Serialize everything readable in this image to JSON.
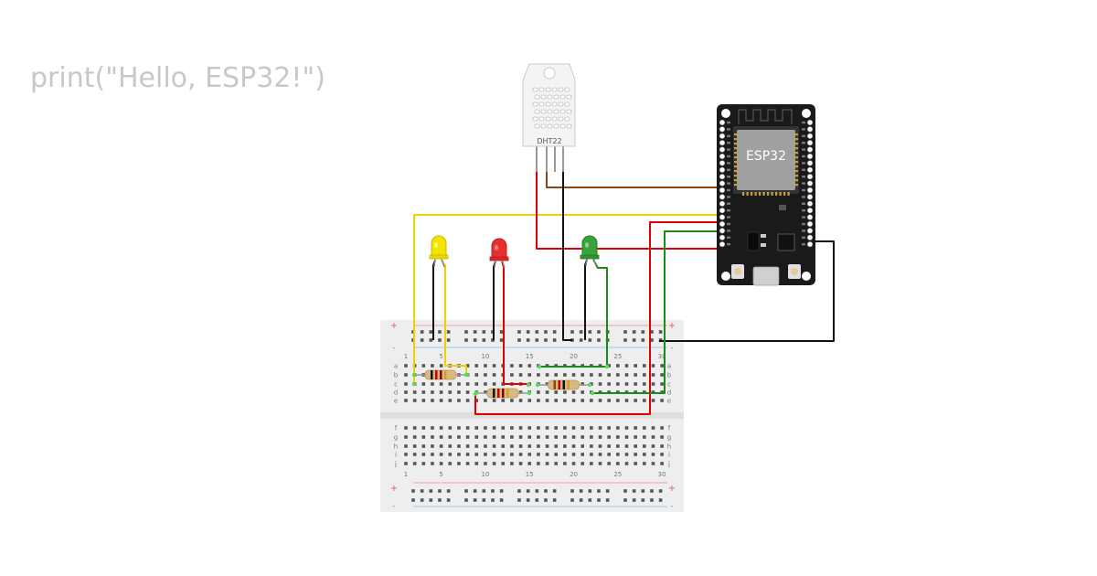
{
  "code_line": "print(\"Hello, ESP32!\")",
  "sensor": {
    "label": "DHT22",
    "color": "#f2f2f2"
  },
  "mcu": {
    "label": "ESP32",
    "board_color": "#1a1a1a",
    "chip_color": "#a0a0a0"
  },
  "leds": [
    {
      "name": "yellow",
      "color": "#f4e400"
    },
    {
      "name": "red",
      "color": "#e63030"
    },
    {
      "name": "green",
      "color": "#3aa23a"
    }
  ],
  "breadboard": {
    "row_labels_top": [
      "a",
      "b",
      "c",
      "d",
      "e"
    ],
    "row_labels_bottom": [
      "f",
      "g",
      "h",
      "i",
      "j"
    ],
    "column_labels": [
      "1",
      "5",
      "10",
      "15",
      "20",
      "25",
      "30"
    ],
    "rail_plus": "+",
    "rail_minus": "-"
  },
  "wire_colors": {
    "yellow": "#f0d000",
    "red": "#e00000",
    "black": "#111111",
    "green": "#1a8a1a",
    "brown": "#8b4513"
  }
}
